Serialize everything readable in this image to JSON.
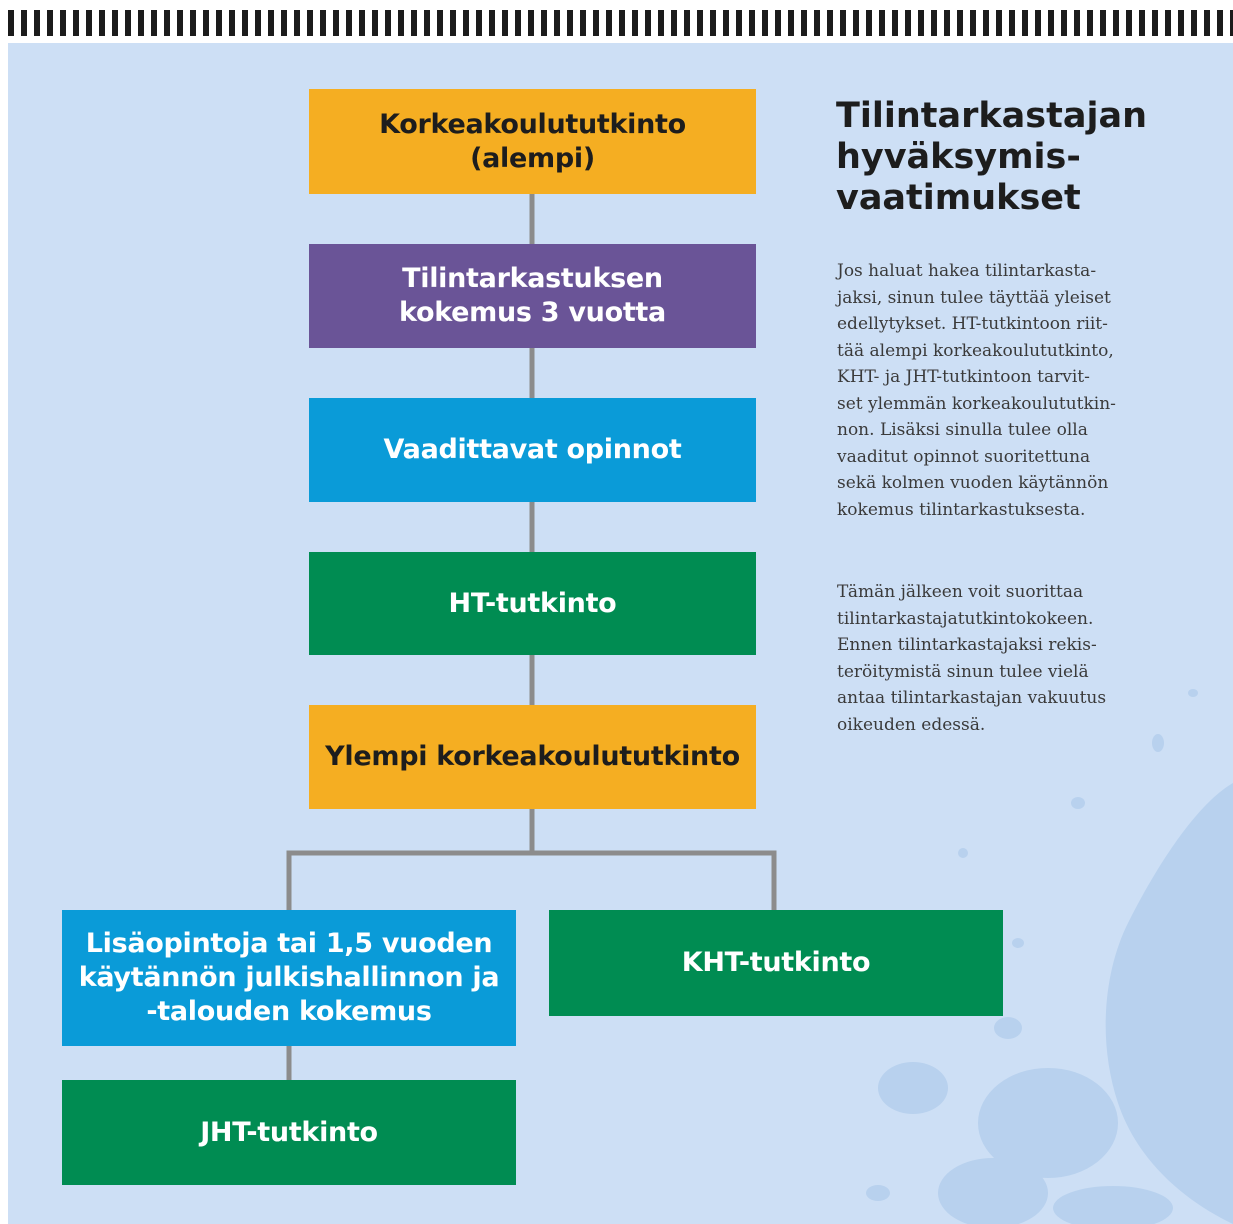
{
  "colors": {
    "background": "#cddff5",
    "orange": "#f5ae22",
    "purple": "#6a5497",
    "blue": "#0a9bd8",
    "green": "#008c52",
    "connector": "#8c8c8c"
  },
  "diagram": {
    "boxes": [
      {
        "id": "bachelor-degree",
        "label": "Korkeakoulututkinto (alempi)",
        "color": "orange"
      },
      {
        "id": "audit-experience",
        "label": "Tilintarkastuksen\nkokemus 3 vuotta",
        "color": "purple"
      },
      {
        "id": "required-studies",
        "label": "Vaadittavat opinnot",
        "color": "blue"
      },
      {
        "id": "ht-exam",
        "label": "HT-tutkinto",
        "color": "green"
      },
      {
        "id": "master-degree",
        "label": "Ylempi korkeakoulututkinto",
        "color": "orange"
      },
      {
        "id": "additional-studies",
        "label": "Lisäopintoja tai 1,5 vuoden\nkäytännön julkishallinnon ja\n-talouden kokemus",
        "color": "blue"
      },
      {
        "id": "kht-exam",
        "label": "KHT-tutkinto",
        "color": "green"
      },
      {
        "id": "jht-exam",
        "label": "JHT-tutkinto",
        "color": "green"
      }
    ],
    "connections": [
      [
        "bachelor-degree",
        "audit-experience"
      ],
      [
        "audit-experience",
        "required-studies"
      ],
      [
        "required-studies",
        "ht-exam"
      ],
      [
        "ht-exam",
        "master-degree"
      ],
      [
        "master-degree",
        "additional-studies"
      ],
      [
        "master-degree",
        "kht-exam"
      ],
      [
        "additional-studies",
        "jht-exam"
      ]
    ]
  },
  "sidebar": {
    "heading": "Tilintarkastajan\nhyväksymis-\nvaatimukset",
    "paragraph1": "Jos haluat hakea tilintarkasta-\njaksi, sinun tulee täyttää yleiset\nedellytykset. HT-tutkintoon riit-\ntää alempi korkeakoulututkinto,\nKHT- ja JHT-tutkintoon tarvit-\nset ylemmän korkeakoulututkin-\nnon. Lisäksi sinulla tulee olla\nvaaditut opinnot suoritettuna\nsekä kolmen vuoden käytännön\nkokemus tilintarkastuksesta.",
    "paragraph2": "Tämän jälkeen voit suorittaa\ntilintarkastajatutkintokokeen.\nEnnen tilintarkastajaksi rekis-\nteröitymistä sinun tulee vielä\nantaa tilintarkastajan vakuutus\noikeuden edessä."
  }
}
